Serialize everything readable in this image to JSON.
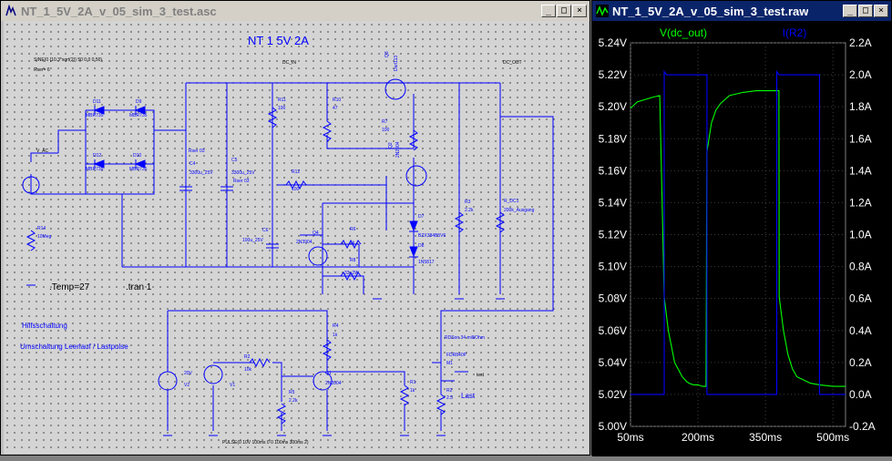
{
  "colors": {
    "wire": "#0000ff",
    "grid": "#202020",
    "series_v": "#00ff00",
    "series_i": "#0000ff",
    "plot_bg": "#000000",
    "axis_text": "#ffffff"
  },
  "schematic_window": {
    "title": "NT_1_5V_2A_v_05_sim_3_test.asc",
    "icon": "ltspice-schematic-icon",
    "buttons": [
      "_",
      "□",
      "×"
    ]
  },
  "plot_window": {
    "title": "NT_1_5V_2A_v_05_sim_3_test.raw",
    "icon": "ltspice-waveform-icon",
    "buttons": [
      "_",
      "□",
      "×"
    ]
  },
  "schematic": {
    "title": "NT 1 5V 2A",
    "source_spec": "SINE(0 {10.3*sqrt(2)} 50 0 0 0 50)",
    "rser": "Rser= 6",
    "labels": {
      "dc_in": "DC_IN",
      "dc_out": "DC_OUT",
      "v_ac": "V_AC",
      "d11": "D11",
      "d11_model": "MBR735",
      "d9": "D9",
      "d9_model": "MBR735",
      "d12": "D12",
      "d12_model": "MBR735",
      "d10": "D10",
      "d10_model": "MBR735",
      "r14": "R14",
      "r14_val": "10Meg",
      "c4": "C4",
      "c4_val": "3300u_25V",
      "c4_rser": "Rser 03",
      "c5": "C5",
      "c5_val": "3300u_25V",
      "c5_rser": "Rser 03",
      "r11": "R11",
      "r11_val": "100",
      "r10": "R10",
      "r10_val": "47",
      "q3": "Q3",
      "q3_model": "Darl113",
      "r7": "R7",
      "r7_val": "100",
      "q2": "Q2",
      "q2_model": "2N2904",
      "r12": "R12",
      "r12_val": "100",
      "c6": "C6",
      "c6_val": "100u_25V",
      "q4": "Q4",
      "q4_model": "2N3904",
      "r6": "R6",
      "r6_val": "1k",
      "r8": "R8",
      "r8_val": "33_2W",
      "d7": "D7",
      "d7_model": "BZX384B5V6",
      "d8": "D8",
      "d8_model": "1N5817",
      "r3": "R3",
      "r3_val": "2.2k",
      "r_dc": "R_DC1",
      "r_dc_val": "200k_Ausgang",
      "temp": ".Temp=27",
      "tran": ".tran 1",
      "hilf": "Hilfsschaltung",
      "umsch": "Umschaltung Leerlauf / Lastpulse",
      "v2": "V2",
      "v2_val": "20V",
      "v1": "V1",
      "r4": "R4",
      "r4_val": "1k",
      "r2": "R2",
      "r2_val": "10k",
      "r5": "R5",
      "r5_val": "2.2k",
      "q1": "Q1",
      "q1_model": "2N3904",
      "r1": "R1",
      "r1_val": "1k",
      "rdson": "RDSon 34 milliOhm",
      "m1": "M1",
      "m1_model": "FDR840P",
      "r_last": "R2",
      "r_last_val": "2.5",
      "test": "test",
      "last": "Last",
      "pulse": "PULSE(0 10V 100ms 0 0 100ms 300ms 2)"
    }
  },
  "chart_data": {
    "type": "line",
    "series": [
      {
        "name": "V(dc_out)",
        "axis": "left",
        "color": "#00ff00",
        "x": [
          50,
          65,
          100,
          115,
          125,
          134,
          148,
          165,
          175,
          180,
          190,
          200,
          210,
          218,
          220,
          230,
          240,
          250,
          270,
          300,
          330,
          350,
          375,
          380,
          380.5,
          390,
          400,
          410,
          420,
          435,
          450,
          470,
          500,
          528
        ],
        "values": [
          5.199,
          5.203,
          5.206,
          5.207,
          5.081,
          5.06,
          5.04,
          5.031,
          5.028,
          5.027,
          5.026,
          5.026,
          5.025,
          5.025,
          5.172,
          5.19,
          5.198,
          5.202,
          5.207,
          5.209,
          5.21,
          5.21,
          5.21,
          5.21,
          5.081,
          5.06,
          5.045,
          5.036,
          5.031,
          5.029,
          5.027,
          5.026,
          5.025,
          5.025
        ]
      },
      {
        "name": "I(R2)",
        "axis": "right",
        "color": "#0000ff",
        "x": [
          50,
          125,
          125,
          130,
          220,
          220,
          375,
          375,
          380,
          470,
          470,
          528
        ],
        "values": [
          0,
          0,
          2.02,
          2.0,
          2.0,
          0,
          0,
          2.02,
          2.0,
          2.0,
          0,
          0
        ]
      }
    ],
    "xlim": [
      50,
      528
    ],
    "ylim_left": [
      5.0,
      5.24
    ],
    "ylim_right": [
      -0.2,
      2.2
    ],
    "x_ticks": [
      "50ms",
      "200ms",
      "350ms",
      "500ms"
    ],
    "x_tick_values": [
      50,
      200,
      350,
      500
    ],
    "y_ticks_left": [
      "5.24V",
      "5.22V",
      "5.20V",
      "5.18V",
      "5.16V",
      "5.14V",
      "5.12V",
      "5.10V",
      "5.08V",
      "5.06V",
      "5.04V",
      "5.02V",
      "5.00V"
    ],
    "y_ticks_right": [
      "2.2A",
      "2.0A",
      "1.8A",
      "1.6A",
      "1.4A",
      "1.2A",
      "1.0A",
      "0.8A",
      "0.6A",
      "0.4A",
      "0.2A",
      "0.0A",
      "-0.2A"
    ],
    "grid": true,
    "legend_position": "top"
  }
}
